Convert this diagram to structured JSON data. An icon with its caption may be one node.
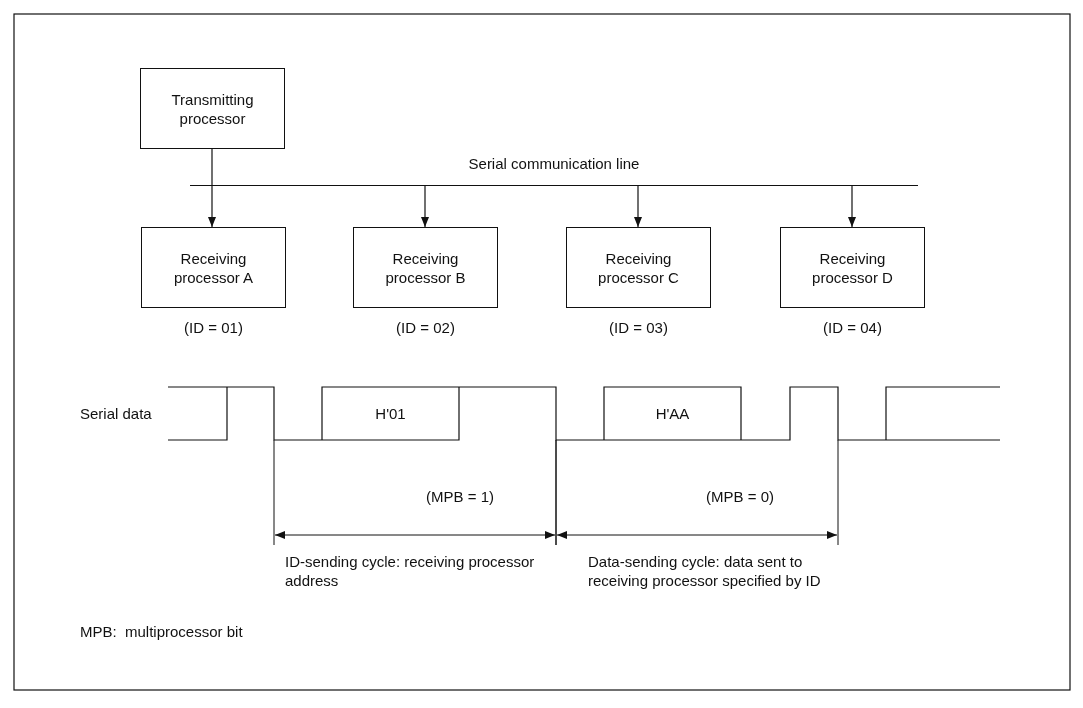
{
  "diagram": {
    "nodes": [
      {
        "text": [
          "Transmitting processor"
        ]
      },
      {
        "text": [
          "Serial communication line"
        ]
      },
      {
        "text": [
          "Receiving processor A"
        ],
        "beside": [
          "(ID = 01)"
        ]
      },
      {
        "text": [
          "Receiving processor B"
        ],
        "beside": [
          "(ID = 02)"
        ]
      },
      {
        "text": [
          "Receiving processor C"
        ],
        "beside": [
          "(ID = 03)"
        ]
      },
      {
        "text": [
          "Receiving processor D"
        ],
        "beside": [
          "(ID = 04)"
        ]
      }
    ],
    "edges": [
      {
        "from": 0,
        "to": 1,
        "arrow": "none"
      },
      {
        "from": 1,
        "to": 2,
        "arrow": "to"
      },
      {
        "from": 1,
        "to": 3,
        "arrow": "to"
      },
      {
        "from": 1,
        "to": 4,
        "arrow": "to"
      },
      {
        "from": 1,
        "to": 5,
        "arrow": "to"
      }
    ],
    "labels": [
      "Serial data",
      "H'01",
      "H'AA",
      "(MPB = 1)",
      "(MPB = 0)",
      "ID-sending cycle: receiving processor address",
      "Data-sending cycle: data sent to receiving processor specified by ID",
      "MPB:  multiprocessor bit"
    ]
  }
}
